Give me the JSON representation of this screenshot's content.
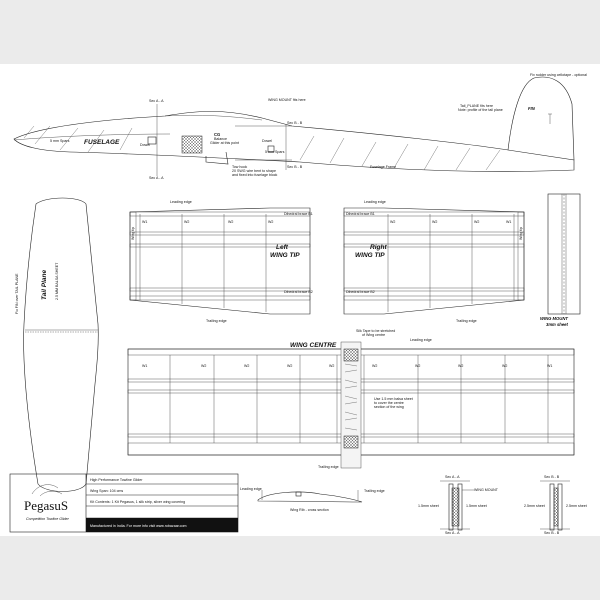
{
  "fuselage": {
    "label": "FUSELAGE",
    "sec_aa_top": "Sec A - A",
    "sec_aa_bottom": "Sec A - A",
    "sec_bb_top": "Sec B - B",
    "sec_bb_bottom": "Sec B - B",
    "wing_mount_note": "WING MOUNT fits here",
    "cg": "CG",
    "cg_note_1": "Balance",
    "cg_note_2": "Glider at this point",
    "tow_hook_1": "Tow hook",
    "tow_hook_2": "20 SWG wire bent to shape",
    "tow_hook_3": "and fixed into fuselage block",
    "spars_front": "5 mm Spars",
    "spars_rear": "5 mm Spars",
    "dowel_1": "Dowel",
    "dowel_2": "Dowel",
    "fuselage_frame": "Fuselage Frame",
    "fin": "FIN",
    "fin_note": "Fix rudder using cellotape - optional",
    "tail_note_1": "Tail_PLANE fits here",
    "tail_note_2": "Note: profile of the tail plane"
  },
  "tail_plane": {
    "title": "Tail Plane",
    "sub": "2.5 MM BALSA SHEET",
    "side_note": "Fix FIN over TAIL PLANE"
  },
  "left_tip": {
    "title_1": "Left",
    "title_2": "WING TIP",
    "leading_edge": "Leading edge",
    "trailing_edge": "Trailing edge",
    "brace_b1": "Dihedral brace B1",
    "brace_b2": "Dihedral brace B2",
    "wing_tip": "Wing tip",
    "ribs": [
      "W1",
      "W2",
      "W2",
      "W2"
    ]
  },
  "right_tip": {
    "title_1": "Right",
    "title_2": "WING TIP",
    "leading_edge": "Leading edge",
    "trailing_edge": "Trailing edge",
    "brace_b1": "Dihedral brace B1",
    "brace_b2": "Dihedral brace B2",
    "wing_tip": "Wing tip",
    "ribs": [
      "W2",
      "W2",
      "W2",
      "W1"
    ]
  },
  "wing_mount": {
    "title_1": "WING MOUNT",
    "title_2": "3mm sheet"
  },
  "wing_centre": {
    "title": "WING CENTRE",
    "leading_edge": "Leading edge",
    "trailing_edge": "Trailing edge",
    "silk_note_1": "Silk Tape to be stretched",
    "silk_note_2": "of Wing centre",
    "balsa_note_1": "Use 1.5 mm balsa sheet",
    "balsa_note_2": "to cover the centre",
    "balsa_note_3": "section of the wing",
    "ribs": [
      "W1",
      "W2",
      "W2",
      "W2",
      "W2",
      "W2",
      "W2",
      "W2",
      "W2",
      "W1"
    ]
  },
  "title_block": {
    "brand": "PegasuS",
    "tagline": "Competition Towline Glider",
    "line_1": "High Performance Towline Glider",
    "line_2": "Wing Span: 104 cms",
    "line_3": "Kit Contents: 1 Kit Pegasus, 1 silk strip, silver wing covering",
    "line_4": "Manufactured in India. For more info visit www.robazaar.com"
  },
  "rib_section": {
    "leading_edge": "Leading edge",
    "trailing_edge": "Trailing edge",
    "caption": "Wing Rib - cross section"
  },
  "section_aa": {
    "top": "Sec A - A",
    "bottom": "Sec A - A",
    "mount": "WING MOUNT",
    "sheet_left": "1.5mm sheet",
    "sheet_right": "1.5mm sheet"
  },
  "section_bb": {
    "top": "Sec B - B",
    "bottom": "Sec B - B",
    "sheet_left": "2.5mm sheet",
    "sheet_right": "2.5mm sheet"
  }
}
